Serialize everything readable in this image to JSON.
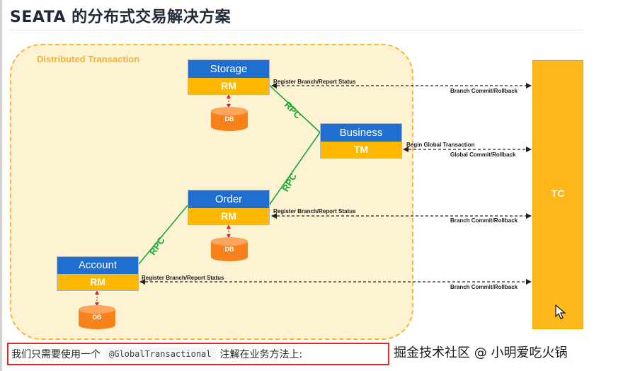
{
  "page": {
    "title": "SEATA 的分布式交易解决方案"
  },
  "region": {
    "label": "Distributed Transaction"
  },
  "nodes": {
    "storage": {
      "name": "Storage",
      "role": "RM"
    },
    "business": {
      "name": "Business",
      "role": "TM"
    },
    "order": {
      "name": "Order",
      "role": "RM"
    },
    "account": {
      "name": "Account",
      "role": "RM"
    }
  },
  "db_label": "DB",
  "tc": {
    "label": "TC"
  },
  "rpc_label": "RPC",
  "edges": {
    "register": "Register Branch/Report Status",
    "branch_commit": "Branch Commit/Rollback",
    "begin_global": "Begin Global Transaction",
    "global_commit": "Global Commit/Rollback"
  },
  "note": {
    "prefix": "我们只需要使用一个",
    "code": "@GlobalTransactional",
    "suffix": "注解在业务方法上:"
  },
  "watermark": "掘金技术社区 @ 小明爱吃火锅",
  "colors": {
    "node_blue": "#1f6fd0",
    "node_yellow": "#ffb800",
    "db_orange": "#f7821b",
    "region_bg": "#fdf2d2",
    "region_border": "#f5b833",
    "rpc_green": "#1aa834",
    "note_red": "#e0252b"
  }
}
